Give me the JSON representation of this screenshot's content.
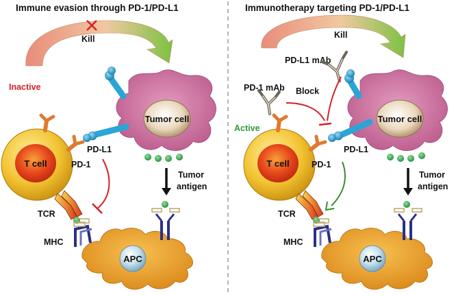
{
  "panels": {
    "left": {
      "title": "Immune evasion through PD-1/PD-L1",
      "kill": "Kill",
      "state": "Inactive",
      "tumor_cell": "Tumor cell",
      "t_cell": "T cell",
      "pd1": "PD-1",
      "pdl1": "PD-L1",
      "tcr": "TCR",
      "mhc": "MHC",
      "apc": "APC",
      "tumor": "Tumor",
      "antigen": "antigen"
    },
    "right": {
      "title": "Immunotherapy targeting PD-1/PD-L1",
      "kill": "Kill",
      "pdl1_mab": "PD-L1 mAb",
      "pd1_mab": "PD-1 mAb",
      "block": "Block",
      "state": "Active",
      "tumor_cell": "Tumor cell",
      "t_cell": "T cell",
      "pd1": "PD-1",
      "pdl1": "PD-L1",
      "tcr": "TCR",
      "mhc": "MHC",
      "apc": "APC",
      "tumor": "Tumor",
      "antigen": "antigen"
    }
  },
  "colors": {
    "inactive": "#d42027",
    "active": "#2e9a3a",
    "inhibit": "#d42027",
    "stimulate": "#3a8a2e",
    "t_cell_outer": "#f2c230",
    "t_cell_nucleus": "#e8481c",
    "tumor_cell": "#c9709a",
    "tumor_nucleus": "#e9d6b8",
    "apc": "#eea323",
    "apc_nucleus": "#a9cde0",
    "receptor_blue": "#2aa6d6",
    "pd1_orange": "#e07a30",
    "antigen_green": "#2fa84a",
    "kill_arrow_start": "#e98c7a",
    "kill_arrow_end": "#7cc242"
  }
}
